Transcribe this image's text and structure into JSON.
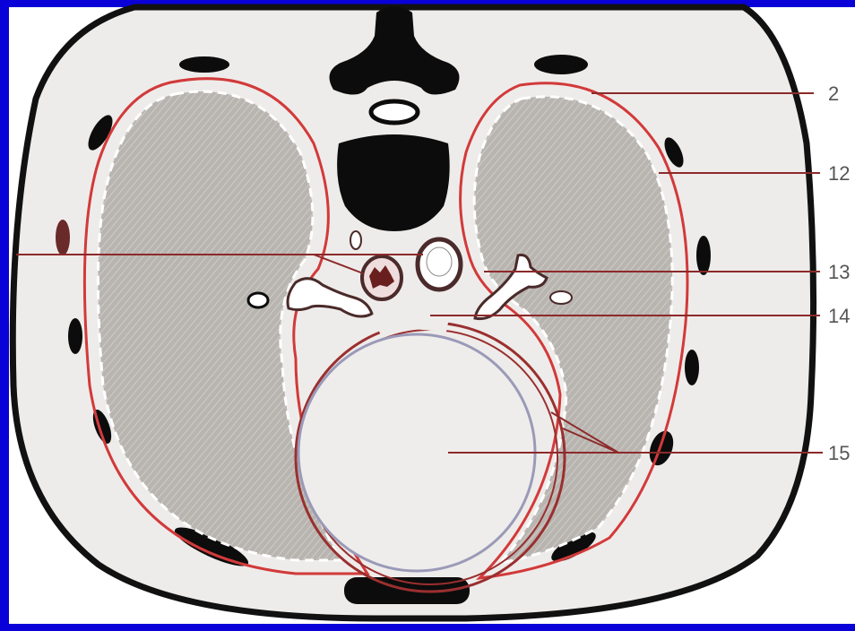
{
  "diagram": {
    "callouts": [
      {
        "id": "c2",
        "label": "2"
      },
      {
        "id": "c12",
        "label": "12"
      },
      {
        "id": "c13",
        "label": "13"
      },
      {
        "id": "c14",
        "label": "14"
      },
      {
        "id": "c15",
        "label": "15"
      }
    ],
    "colors": {
      "frame_background": "#0a00d8",
      "panel_background": "#ffffff",
      "body_fill": "#eeecea",
      "body_outline": "#111111",
      "lung_fill": "#b4b0ac",
      "pleura_line": "#d23a3a",
      "leader_line": "#8c2a2a",
      "bone_fill": "#0c0c0c",
      "pericardium_line": "#9a2f2f",
      "label_color": "#555555"
    }
  }
}
